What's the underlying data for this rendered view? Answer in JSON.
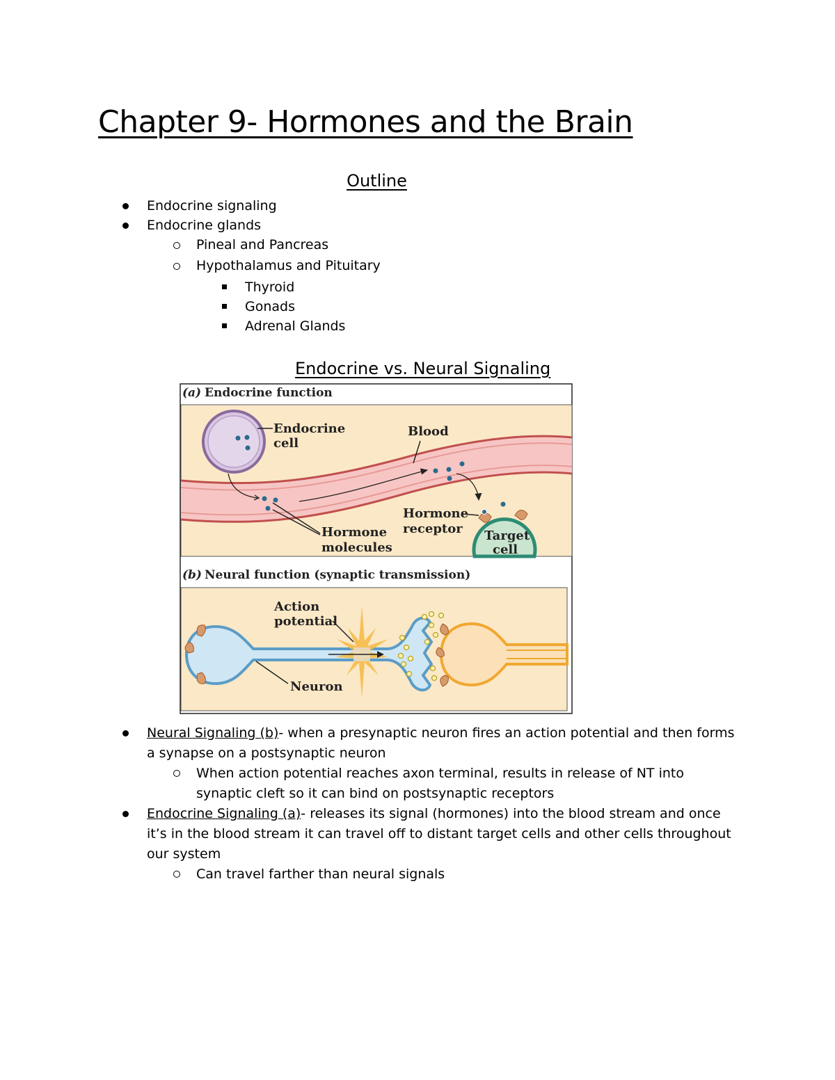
{
  "document": {
    "title": "Chapter 9- Hormones and the Brain",
    "outline_heading": "Outline",
    "outline": [
      "Endocrine signaling",
      "Endocrine glands",
      "Pineal and Pancreas",
      "Hypothalamus and Pituitary",
      "Thyroid",
      "Gonads",
      "Adrenal Glands"
    ],
    "figure_heading": "Endocrine vs. Neural Signaling",
    "figure": {
      "panel_a_letter": "(a)",
      "panel_a_title": "Endocrine function",
      "endocrine_cell_line1": "Endocrine",
      "endocrine_cell_line2": "cell",
      "blood": "Blood",
      "hormone_receptor_line1": "Hormone",
      "hormone_receptor_line2": "receptor",
      "hormone_molecules_line1": "Hormone",
      "hormone_molecules_line2": "molecules",
      "target_cell_line1": "Target",
      "target_cell_line2": "cell",
      "panel_b_letter": "(b)",
      "panel_b_title": "Neural function (synaptic transmission)",
      "action_potential_line1": "Action",
      "action_potential_line2": "potential",
      "neuron": "Neuron"
    },
    "notes": {
      "neural_term": "Neural Signaling (b)",
      "neural_rest": "- when a presynaptic neuron fires an action potential and then forms a synapse on a postsynaptic neuron",
      "neural_sub": "When action potential reaches axon terminal, results in release of NT into synaptic cleft so it can bind on postsynaptic receptors",
      "endocrine_term": "Endocrine Signaling (a)",
      "endocrine_rest": "- releases its signal (hormones) into the blood stream and once it’s in the blood stream it can travel off to distant target cells and other cells throughout our system",
      "endocrine_sub": "Can travel farther than neural signals"
    }
  }
}
